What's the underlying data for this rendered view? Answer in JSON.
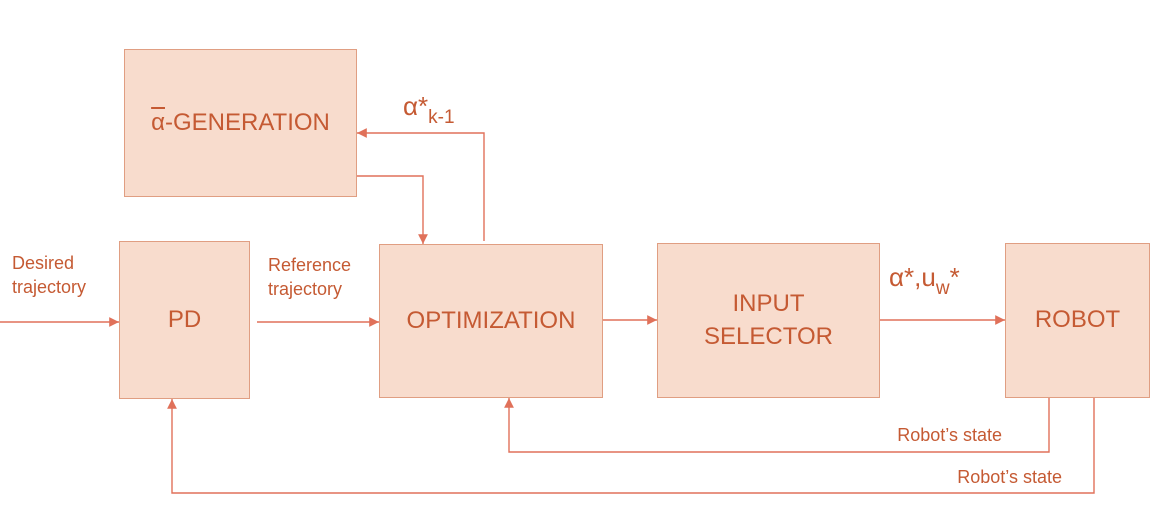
{
  "blocks": {
    "alpha_generation": {
      "bar_symbol": "α",
      "rest": "-GENERATION"
    },
    "pd": "PD",
    "optimization": "OPTIMIZATION",
    "input_selector": "INPUT SELECTOR",
    "robot": "ROBOT"
  },
  "labels": {
    "desired_trajectory": "Desired trajectory",
    "reference_trajectory": "Reference trajectory",
    "alpha_prev": {
      "base": "α*",
      "subscript": "k-1"
    },
    "alpha_uw": {
      "a": "α*,u",
      "subscript": "w",
      "b": "*"
    },
    "robot_state_1": "Robot’s state",
    "robot_state_2": "Robot’s state"
  },
  "colors": {
    "accent": "#c55a33",
    "block_fill": "#f8dccd",
    "block_border": "#e09e82",
    "arrow": "#e0715a"
  }
}
